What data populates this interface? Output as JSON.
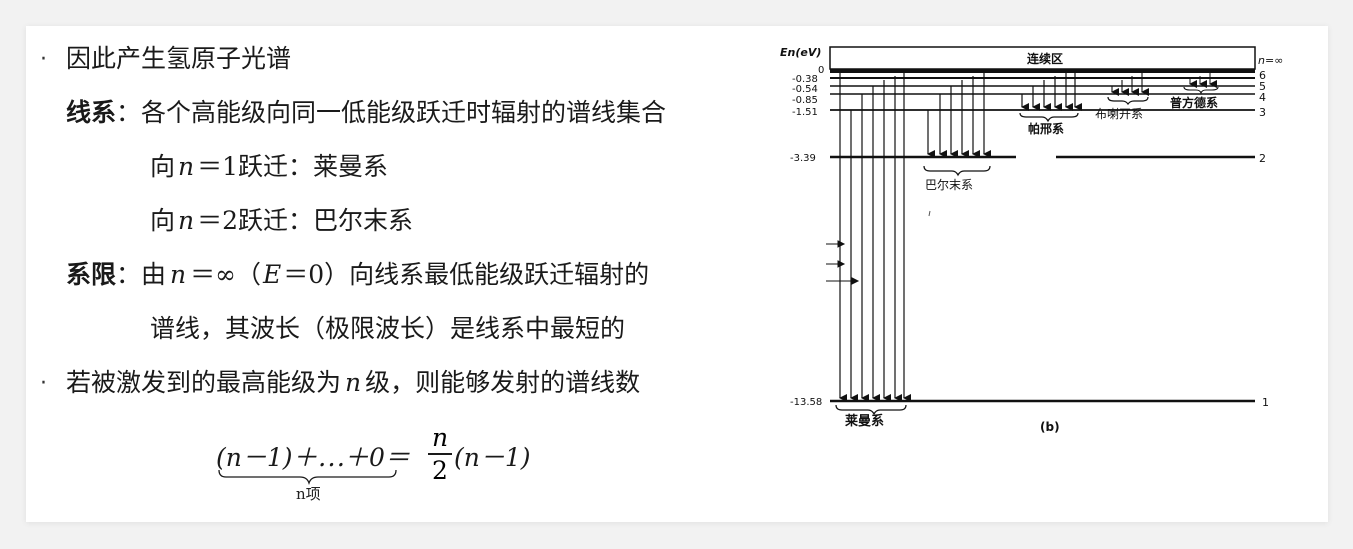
{
  "bullets": {
    "b1": "因此产生氢原子光谱",
    "b2": "若被激发到的最高能级为",
    "b2_var": "n",
    "b2_tail": "级，则能够发射的谱线数"
  },
  "series_def": {
    "label": "线系",
    "colon": "：",
    "text": "各个高能级向同一低能级跃迁时辐射的谱线集合"
  },
  "lyman_line": {
    "pre": "向",
    "var": "n",
    "eq": "＝1跃迁：莱曼系"
  },
  "balmer_line": {
    "pre": "向",
    "var": "n",
    "eq": "＝2跃迁：巴尔末系"
  },
  "limit_def": {
    "label": "系限",
    "colon": "：",
    "text1_a": "由",
    "text1_var": "n",
    "text1_b": "＝∞（",
    "text1_E": "E",
    "text1_c": "＝0）向线系最低能级跃迁辐射的",
    "text2": "谱线，其波长（极限波长）是线系中最短的"
  },
  "formula": {
    "lhs": "(n－1)＋⋯＋0＝",
    "under": "n项",
    "frac_num": "n",
    "frac_den": "2",
    "rhs": "(n－1)"
  },
  "diagram": {
    "axis_label": "En(eV)",
    "continuum_label": "连续区",
    "n_inf_label": "n=∞",
    "figure_label": "(b)",
    "levels": [
      {
        "energy": "0",
        "n": ""
      },
      {
        "energy": "-0.38",
        "n": "6"
      },
      {
        "energy": "-0.54",
        "n": "5"
      },
      {
        "energy": "-0.85",
        "n": "4"
      },
      {
        "energy": "-1.51",
        "n": "3"
      },
      {
        "energy": "-3.39",
        "n": "2"
      },
      {
        "energy": "-13.58",
        "n": "1"
      }
    ],
    "series": [
      "莱曼系",
      "巴尔末系",
      "帕邢系",
      "布喇开系",
      "普方德系"
    ]
  }
}
